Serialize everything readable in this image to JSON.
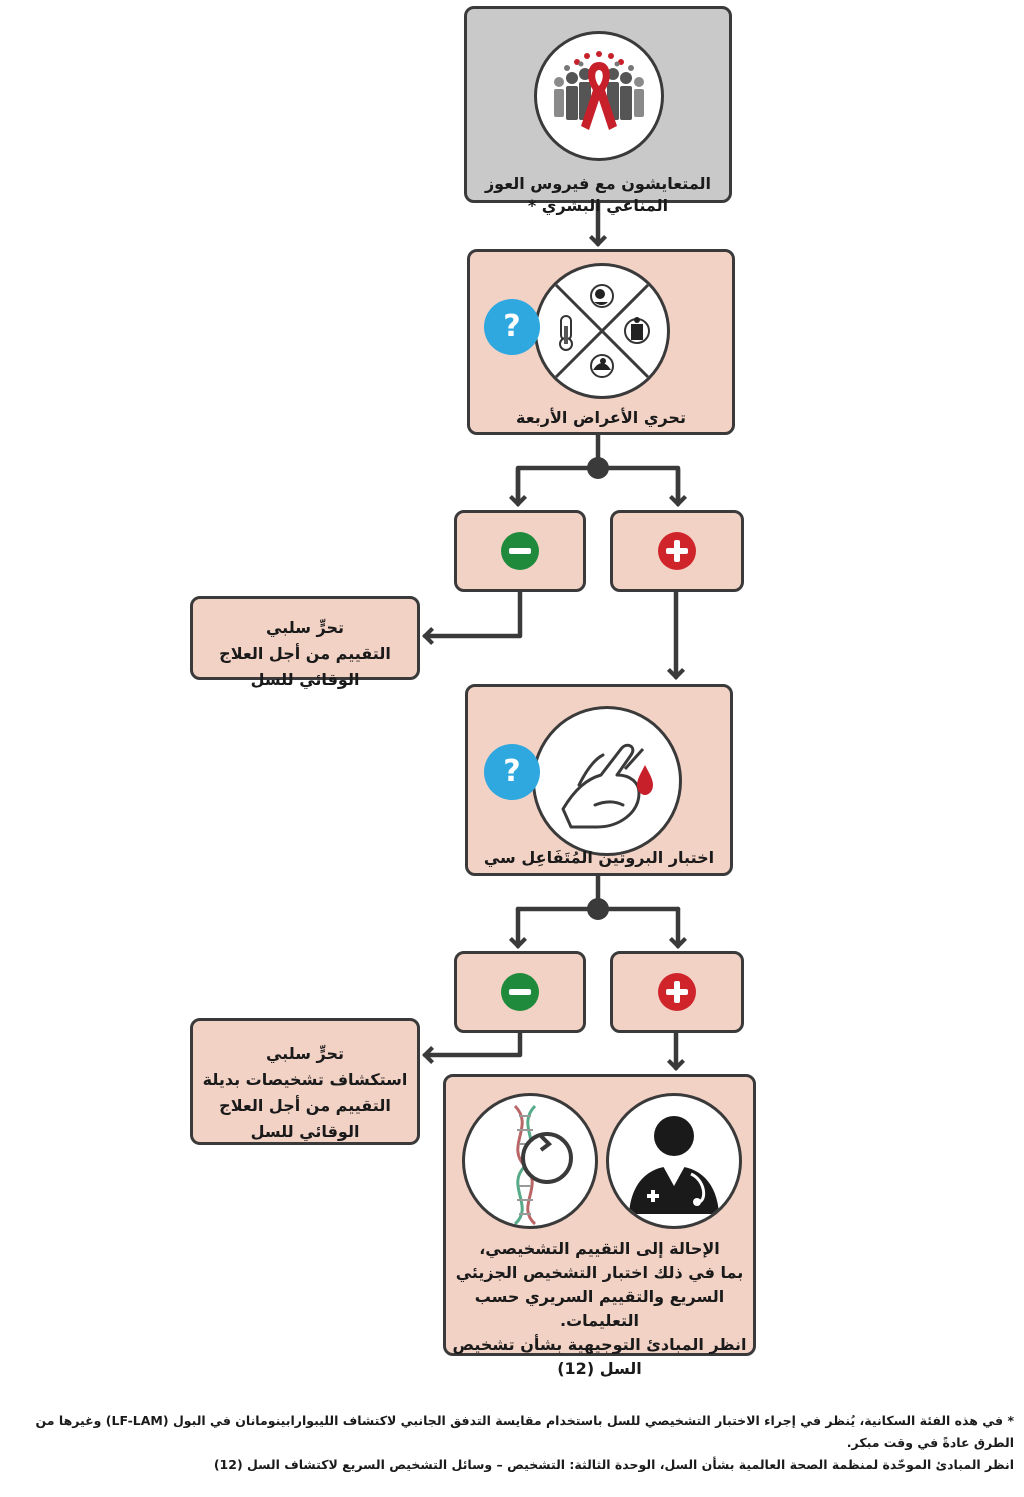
{
  "boxes": {
    "hiv": {
      "label": "المتعايشون مع فيروس العوز المناعي البشري *",
      "icon": "hiv-people-ribbon-icon"
    },
    "symptoms": {
      "label": "تحري الأعراض الأربعة",
      "icon": "four-symptoms-icon",
      "badge": "?"
    },
    "crp": {
      "label": "اختبار البروتين المُتَفَاعِل سي",
      "icon": "finger-prick-blood-icon",
      "badge": "?"
    },
    "referral": {
      "lines": [
        "الإحالة إلى التقييم التشخيصي،",
        "بما في ذلك اختبار التشخيص الجزيئي",
        "السريع والتقييم السريري حسب التعليمات.",
        "انظر المبادئ التوجيهية بشأن تشخيص",
        "السل (12)"
      ],
      "icons": [
        "doctor-icon",
        "dna-molecular-test-icon"
      ]
    }
  },
  "outcome1": {
    "lines": [
      "تحرٍّ سلبي",
      "التقييم من أجل العلاج الوقائي للسل"
    ]
  },
  "outcome2": {
    "lines": [
      "تحرٍّ سلبي",
      "استكشاف تشخيصات بديلة",
      "التقييم من أجل العلاج الوقائي للسل"
    ]
  },
  "signs": {
    "negative": "minus-sign-icon",
    "positive": "plus-sign-icon"
  },
  "colors": {
    "box_fill": "#f3d2c6",
    "top_box_fill": "#c9c9c9",
    "border": "#3a3a3a",
    "negative": "#1f8a3b",
    "positive": "#d0242b",
    "badge": "#2fa8df",
    "ribbon": "#c8202a"
  },
  "footnote": {
    "line1": "* في هذه الفئة السكانية، يُنظر في إجراء الاختبار التشخيصي للسل باستخدام مقايسة التدفق الجانبي لاكتشاف الليبوارابينومانان في البول (LF-LAM) وغيرها من الطرق عادةً في وقت مبكر.",
    "line2": "انظر المبادئ الموحّدة لمنظمة الصحة العالمية بشأن السل، الوحدة الثالثة: التشخيص – وسائل التشخيص السريع لاكتشاف السل (12)"
  }
}
